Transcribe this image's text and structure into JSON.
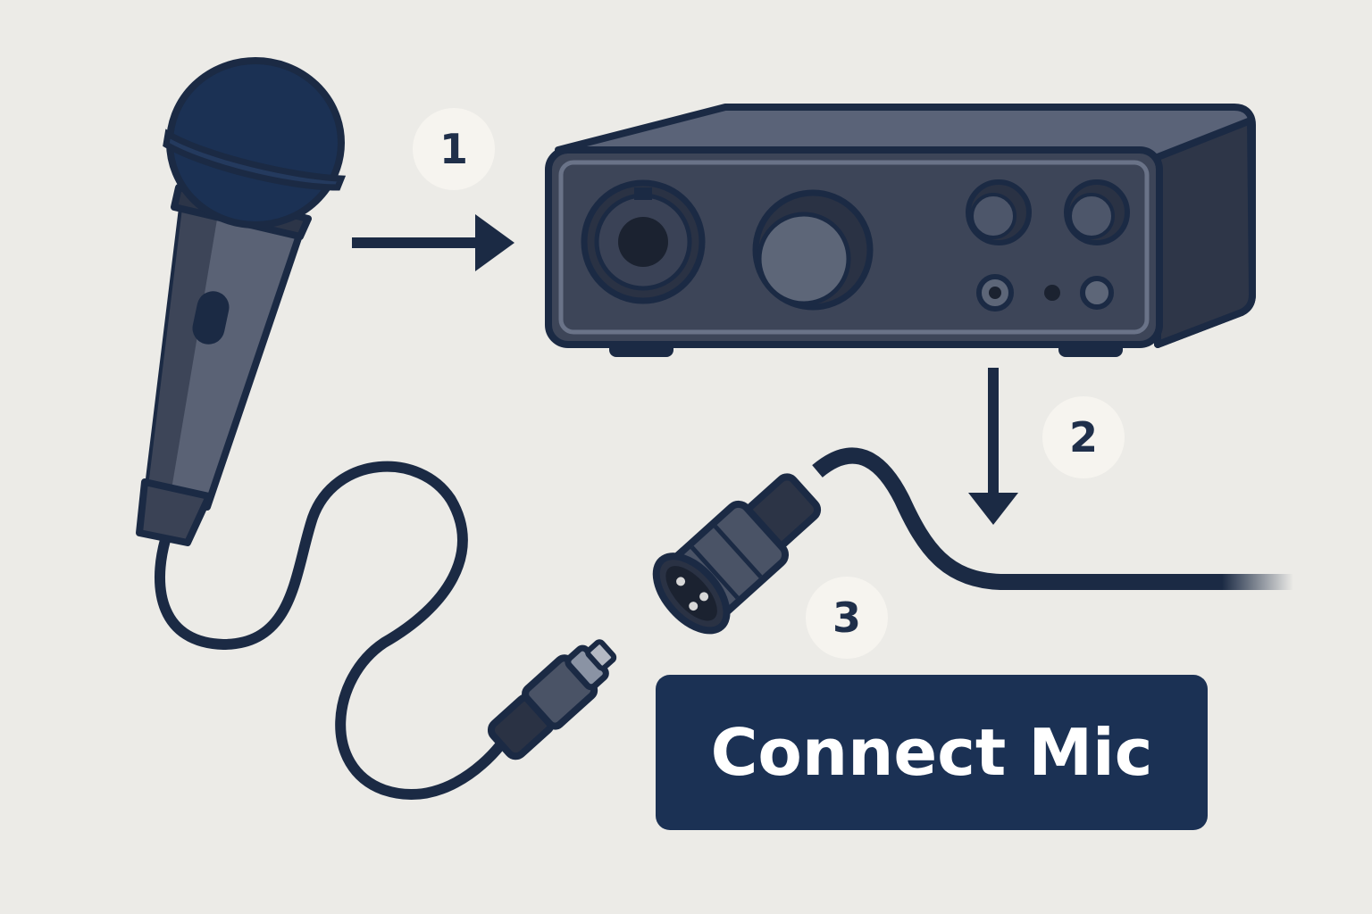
{
  "steps": [
    "1",
    "2",
    "3"
  ],
  "action": {
    "label": "Connect Mic"
  },
  "icons": {
    "microphone": "handheld-microphone-icon",
    "interface": "audio-interface-icon",
    "cable_connector": "xlr-connector-icon",
    "cable_plug": "xlr-plug-icon",
    "arrow_right": "arrow-right-icon",
    "arrow_down": "arrow-down-icon"
  },
  "colors": {
    "background": "#ecebe7",
    "accent": "#1b3154",
    "badge": "#f6f4ef",
    "device": "#4a5468",
    "device_dark": "#3a4356"
  }
}
